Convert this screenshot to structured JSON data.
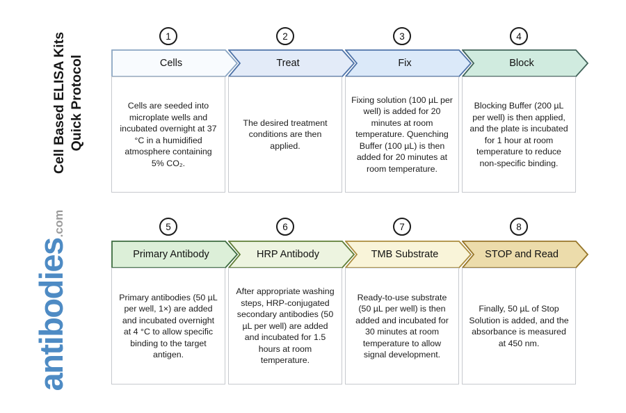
{
  "title": {
    "line1": "Cell Based ELISA Kits",
    "line2": "Quick Protocol"
  },
  "logo": {
    "name": "antibodies",
    "suffix": ".com",
    "color": "#4e8bc4",
    "suffix_color": "#9b9b9b"
  },
  "steps": [
    {
      "number": "1",
      "label": "Cells",
      "description": "Cells are seeded into microplate wells and incubated overnight at 37 °C in a humidified atmosphere containing 5% CO₂.",
      "fill": "#f8fbfe",
      "border": "#8aa5c2"
    },
    {
      "number": "2",
      "label": "Treat",
      "description": "The desired treatment conditions are then applied.",
      "fill": "#e3ebf8",
      "border": "#4e73a8"
    },
    {
      "number": "3",
      "label": "Fix",
      "description": "Fixing solution (100 µL per well) is added for 20 minutes at room temperature. Quenching Buffer (100 µL) is then added for 20 minutes at room temperature.",
      "fill": "#dbe9f9",
      "border": "#4e73a8"
    },
    {
      "number": "4",
      "label": "Block",
      "description": "Blocking Buffer (200 µL per well) is then applied, and the plate is incubated for 1 hour at room temperature to reduce non-specific binding.",
      "fill": "#d0ebdf",
      "border": "#41645a"
    },
    {
      "number": "5",
      "label": "Primary Antibody",
      "description": "Primary antibodies (50 µL per well, 1×) are added and incubated overnight at 4 °C to allow specific binding to the target antigen.",
      "fill": "#dcefd8",
      "border": "#3c6b3f"
    },
    {
      "number": "6",
      "label": "HRP Antibody",
      "description": "After appropriate washing steps, HRP-conjugated secondary antibodies (50 µL per well) are added and incubated for 1.5 hours at room temperature.",
      "fill": "#edf4e0",
      "border": "#5f7d36"
    },
    {
      "number": "7",
      "label": "TMB Substrate",
      "description": "Ready-to-use substrate (50 µL per well) is then added and incubated for 30 minutes at room temperature to allow signal development.",
      "fill": "#f9f4d9",
      "border": "#ab8c3d"
    },
    {
      "number": "8",
      "label": "STOP and Read",
      "description": "Finally, 50 µL of Stop Solution is added, and the absorbance is measured at 450 nm.",
      "fill": "#ecdcab",
      "border": "#97762a"
    }
  ]
}
